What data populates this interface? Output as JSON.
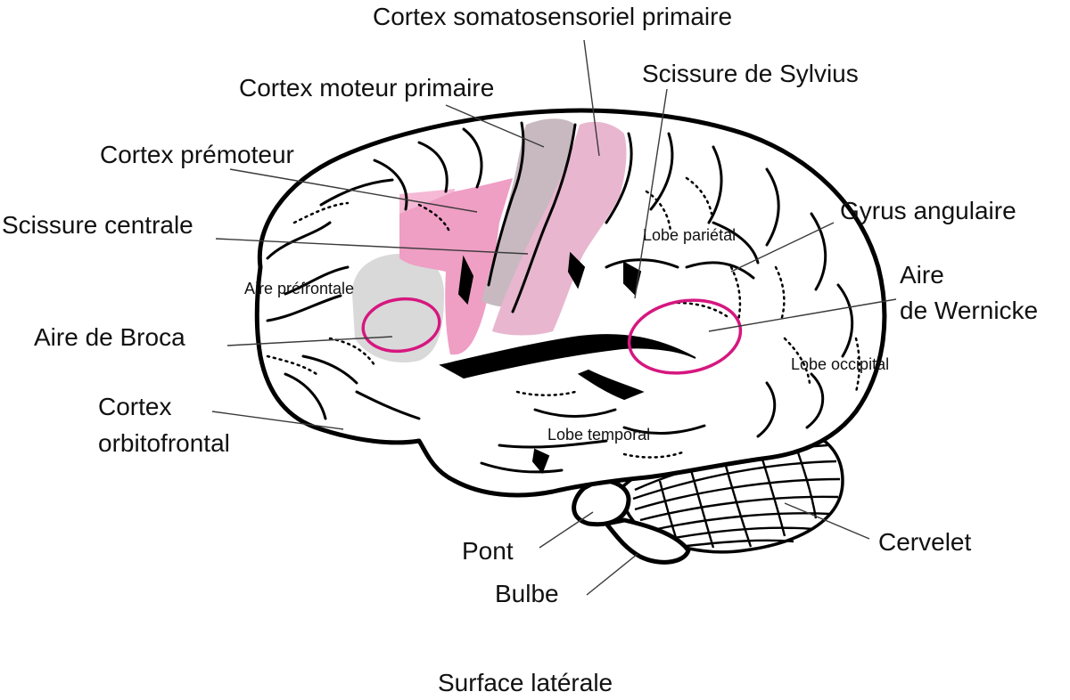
{
  "labels": {
    "somatosensory": "Cortex somatosensoriel primaire",
    "sylvius": "Scissure de Sylvius",
    "motor": "Cortex moteur primaire",
    "premotor": "Cortex prémoteur",
    "central": "Scissure centrale",
    "angular": "Gyrus angulaire",
    "prefrontal": "Aire  préfrontale",
    "parietal": "Lobe pariétal",
    "wernicke_line1": "Aire",
    "wernicke_line2": "de Wernicke",
    "broca": "Aire de Broca",
    "occipital": "Lobe occipital",
    "orbito_line1": "Cortex",
    "orbito_line2": "orbitofrontal",
    "temporal": "Lobe temporal",
    "cervelet": "Cervelet",
    "pont": "Pont",
    "bulbe": "Bulbe"
  },
  "caption": "Surface latérale",
  "colors": {
    "premotor": "#ef9ec4",
    "premotor_light": "#f5b9d5",
    "motor": "#c8b9c1",
    "somatosensory": "#e8b6cf",
    "prefrontal_gray": "#d9d9d9",
    "highlight_ring": "#d6177f"
  }
}
